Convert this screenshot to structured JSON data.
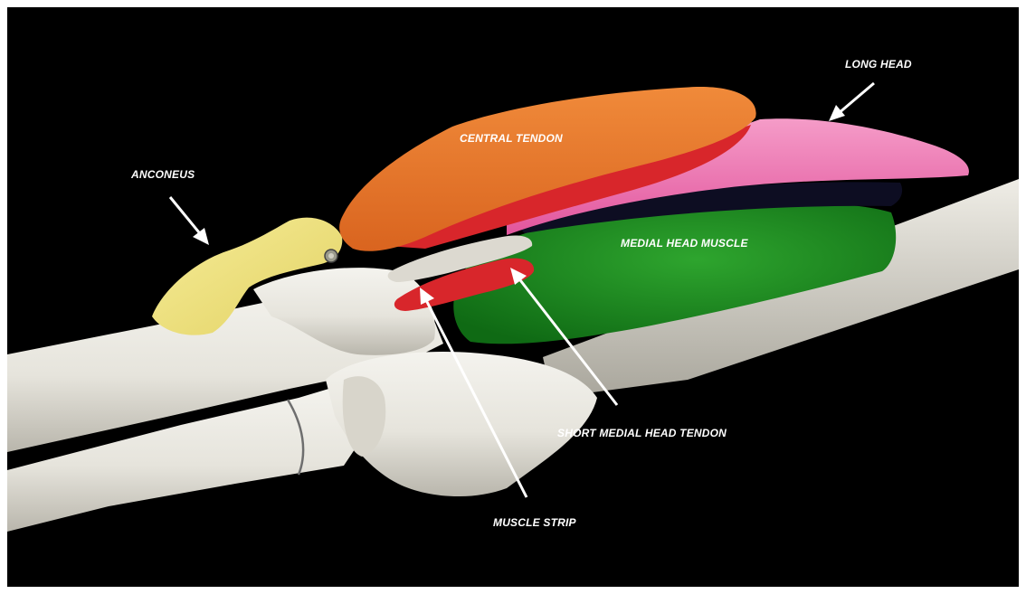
{
  "labels": {
    "long_head": "LONG HEAD",
    "central_tendon": "CENTRAL TENDON",
    "anconeus": "ANCONEUS",
    "medial_head_muscle": "MEDIAL HEAD MUSCLE",
    "short_medial_head_tendon": "SHORT MEDIAL HEAD TENDON",
    "muscle_strip": "MUSCLE STRIP"
  },
  "colors": {
    "background": "#000000",
    "frame": "#ffffff",
    "bone": "#e9e7e0",
    "central_tendon": "#e8792c",
    "long_head": "#ef6fb0",
    "anconeus": "#efe37a",
    "medial_head_muscle": "#1f8a22",
    "muscle_strip": "#d8262b",
    "short_medial_head_tendon": "#dcd9d0",
    "label_text": "#ffffff"
  }
}
